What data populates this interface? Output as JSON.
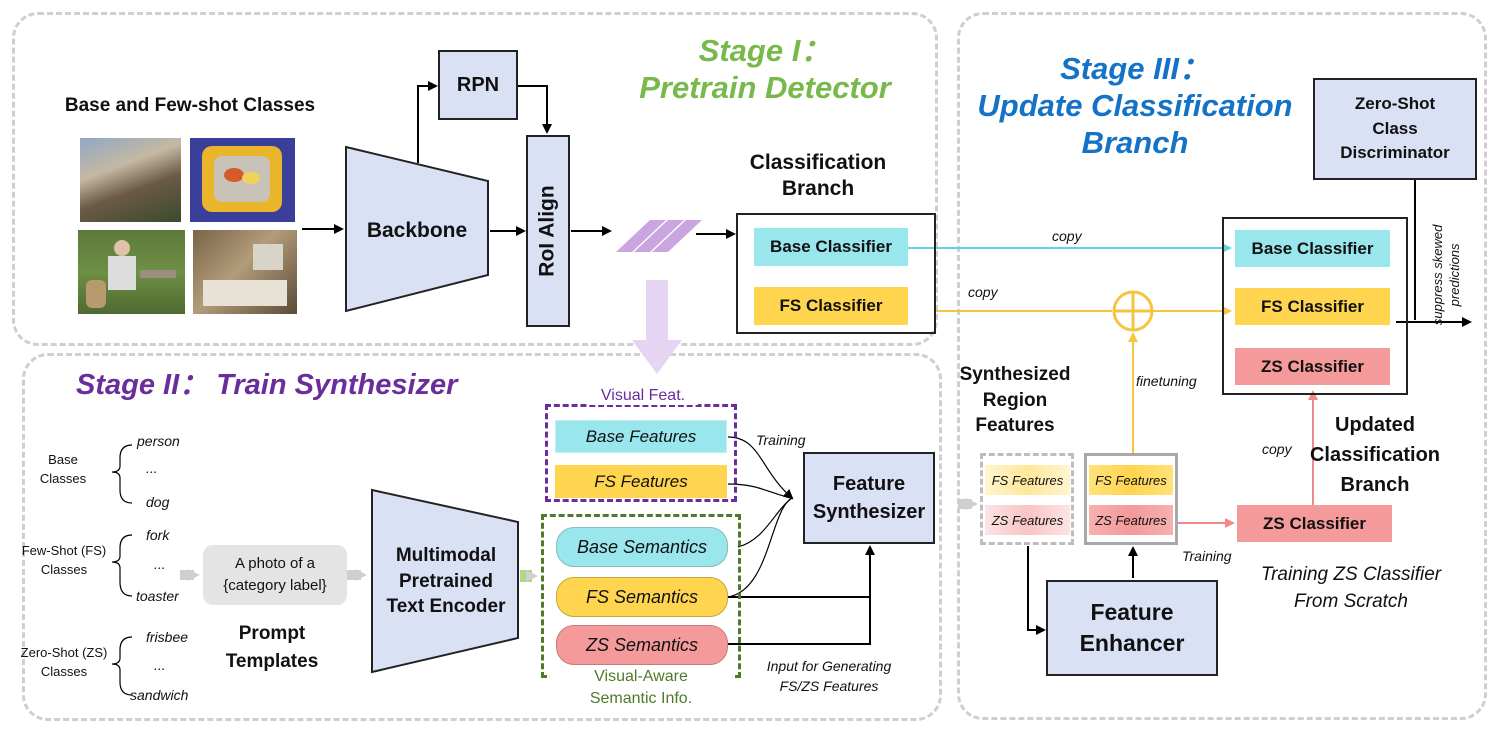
{
  "stage1": {
    "line1": "Stage I：",
    "line2": "Pretrain Detector"
  },
  "stage2": {
    "title": "Stage II： Train Synthesizer"
  },
  "stage3": {
    "line1": "Stage III：",
    "line2": "Update Classification",
    "line3": "Branch"
  },
  "base_fewshot_title": "Base and Few-shot Classes",
  "backbone": "Backbone",
  "rpn": "RPN",
  "roi_align": "RoI Align",
  "classification_branch": {
    "line1": "Classification",
    "line2": "Branch",
    "base": "Base Classifier",
    "fs": "FS Classifier"
  },
  "copy1": "copy",
  "copy2": "copy",
  "copy3": "copy",
  "finetuning": "finetuning",
  "zero_shot_disc": {
    "line1": "Zero-Shot",
    "line2": "Class",
    "line3": "Discriminator"
  },
  "suppress": {
    "line1": "suppress skewed",
    "line2": "predictions"
  },
  "updated_branch": {
    "base": "Base Classifier",
    "fs": "FS Classifier",
    "zs": "ZS Classifier",
    "title1": "Updated",
    "title2": "Classification",
    "title3": "Branch"
  },
  "synthesized": {
    "line1": "Synthesized",
    "line2": "Region",
    "line3": "Features",
    "fs": "FS Features",
    "zs": "ZS Features"
  },
  "enhanced": {
    "fs": "FS Features",
    "zs": "ZS Features"
  },
  "feature_enhancer": {
    "line1": "Feature",
    "line2": "Enhancer"
  },
  "training_right": "Training",
  "zs_classifier_scratch": "ZS Classifier",
  "training_zs": {
    "line1": "Training ZS Classifier",
    "line2": "From Scratch"
  },
  "class_groups": [
    {
      "label1": "Base",
      "label2": "Classes",
      "items": [
        "person",
        "...",
        "dog"
      ]
    },
    {
      "label1": "Few-Shot (FS)",
      "label2": "Classes",
      "items": [
        "fork",
        "...",
        "toaster"
      ]
    },
    {
      "label1": "Zero-Shot (ZS)",
      "label2": "Classes",
      "items": [
        "frisbee",
        "...",
        "sandwich"
      ]
    }
  ],
  "prompt": {
    "line1": "A photo of a",
    "line2": "{category label}",
    "title1": "Prompt",
    "title2": "Templates"
  },
  "text_encoder": {
    "line1": "Multimodal",
    "line2": "Pretrained",
    "line3": "Text Encoder"
  },
  "visual_feat": {
    "title": "Visual Feat.",
    "base": "Base Features",
    "fs": "FS Features"
  },
  "semantics": {
    "base": "Base Semantics",
    "fs": "FS Semantics",
    "zs": "ZS Semantics",
    "title1": "Visual-Aware",
    "title2": "Semantic Info."
  },
  "training_mid": "Training",
  "feature_synth": {
    "line1": "Feature",
    "line2": "Synthesizer"
  },
  "input_gen": {
    "line1": "Input for Generating",
    "line2": "FS/ZS Features"
  },
  "colors": {
    "stage1_green": "#77b94a",
    "stage2_purple": "#6a2d9c",
    "stage3_blue": "#1473c6",
    "cyan": "#99e6ec",
    "yellow": "#ffd54f",
    "pink": "#f49a9a",
    "box_blue": "#dbe1f5"
  }
}
